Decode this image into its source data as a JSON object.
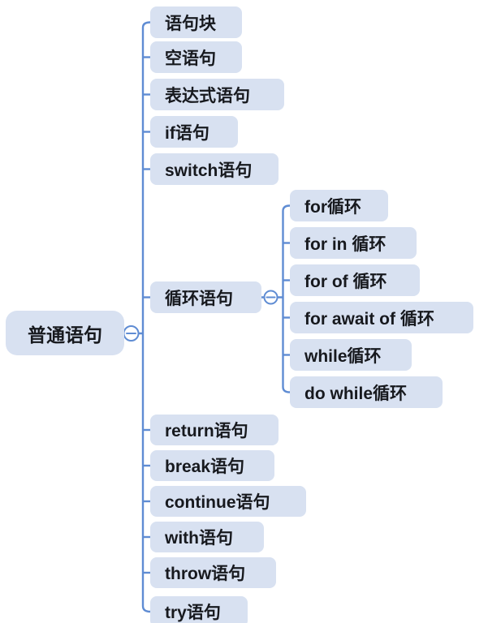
{
  "colors": {
    "canvas_bg": "#ffffff",
    "node_bg": "#d8e1f1",
    "line": "#5f8cd3",
    "text": "#17191e"
  },
  "icons": {
    "collapse_root": "minus-circle-icon",
    "collapse_loop": "minus-circle-icon"
  },
  "root": {
    "label": "普通语句"
  },
  "children": [
    {
      "label": "语句块"
    },
    {
      "label": "空语句"
    },
    {
      "label": "表达式语句"
    },
    {
      "label": "if语句"
    },
    {
      "label": "switch语句"
    },
    {
      "label": "循环语句",
      "children": [
        {
          "label": "for循环"
        },
        {
          "label": "for in 循环"
        },
        {
          "label": "for of 循环"
        },
        {
          "label": "for await of 循环"
        },
        {
          "label": "while循环"
        },
        {
          "label": "do while循环"
        }
      ]
    },
    {
      "label": "return语句"
    },
    {
      "label": "break语句"
    },
    {
      "label": "continue语句"
    },
    {
      "label": "with语句"
    },
    {
      "label": "throw语句"
    },
    {
      "label": "try语句"
    }
  ]
}
